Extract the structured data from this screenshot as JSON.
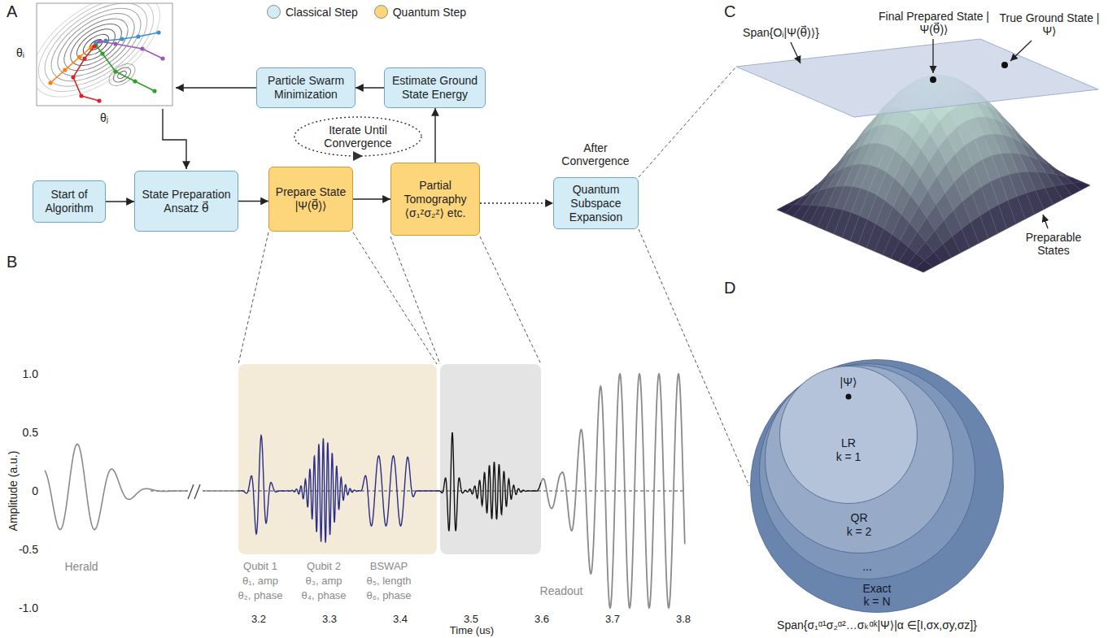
{
  "diagram": {
    "nodes": [
      {
        "text": [
          "Particle Swarm Minimization"
        ]
      },
      {
        "text": [
          "Estimate Ground State Energy"
        ]
      },
      {
        "text": [
          "Start of Algorithm"
        ]
      },
      {
        "text": [
          "State Preparation Ansatz θ⃗"
        ]
      },
      {
        "text": [
          "Prepare State",
          "|Ψ(θ⃗)⟩"
        ]
      },
      {
        "text": [
          "Partial Tomography",
          "⟨σ₁ᶻσ₂ᶻ⟩ etc."
        ]
      },
      {
        "text": [
          "Quantum Subspace Expansion"
        ]
      },
      {
        "text": [
          "Exact",
          "k = N"
        ]
      },
      {
        "text": [
          "..."
        ],
        "in": 7
      },
      {
        "text": [
          "QR",
          "k = 2"
        ],
        "in": 8
      },
      {
        "text": [
          "|Ψ⟩",
          "LR",
          "k = 1"
        ],
        "in": 9
      }
    ],
    "edges": [
      {
        "from": 2,
        "to": 3,
        "arrow": "to"
      },
      {
        "from": 3,
        "to": 4,
        "arrow": "to"
      },
      {
        "from": 4,
        "to": 5,
        "arrow": "to"
      },
      {
        "from": 5,
        "to": 1,
        "arrow": "to"
      },
      {
        "from": 1,
        "to": 0,
        "arrow": "to"
      },
      {
        "from": 5,
        "to": 6,
        "arrow": "to"
      }
    ],
    "labels": [
      "A",
      "θᵢ",
      "θⱼ",
      "Iterate Until Convergence",
      "After Convergence",
      "B",
      "1.0",
      "0.5",
      "0",
      "-0.5",
      "-1.0",
      "Amplitude (a.u.)",
      "3.2",
      "3.3",
      "3.4",
      "3.5",
      "3.6",
      "3.7",
      "3.8",
      "Time (us)",
      "Herald",
      "Qubit 1",
      "θ₁, amp",
      "θ₂, phase",
      "Qubit 2",
      "θ₃, amp",
      "θ₄, phase",
      "BSWAP",
      "θ₅, length",
      "θ₆, phase",
      "Readout",
      "C",
      "Span{Oᵢ|Ψ(θ⃗)⟩}",
      "Final Prepared State |Ψ(θ⃗)⟩",
      "True Ground State |Ψ⟩",
      "Preparable States",
      "D",
      "Span{σ₁ᵅ¹σ₂ᵅ²…σₖᵅᵏ|Ψ⟩|α ∈[I,σx,σy,σz]}"
    ],
    "legend": [
      {
        "text": "Classical Step",
        "color": "#d3ecf6"
      },
      {
        "text": "Quantum Step",
        "color": "#fdd67b"
      }
    ]
  }
}
